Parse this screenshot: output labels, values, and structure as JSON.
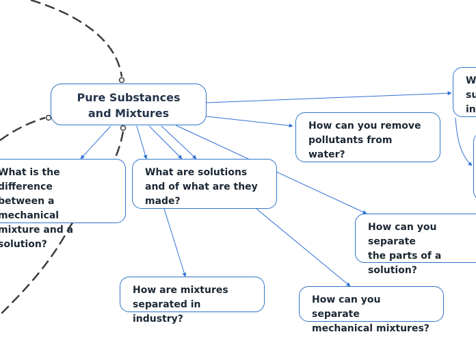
{
  "mind_map": {
    "central_topic": "Pure Substances\nand Mixtures",
    "topics": [
      {
        "id": "difference",
        "label": "What is the difference\nbetween a mechanical\nmixture and a\nsolution?"
      },
      {
        "id": "solutions",
        "label": "What are solutions\nand of what are they\nmade?"
      },
      {
        "id": "pollutants",
        "label": "How can you remove\npollutants from\nwater?"
      },
      {
        "id": "separate-solution",
        "label": "How can you separate\nthe parts of a\nsolution?"
      },
      {
        "id": "industry",
        "label": "How are mixtures\nseparated in industry?"
      },
      {
        "id": "mechanical",
        "label": "How can you separate\nmechanical mixtures?"
      },
      {
        "id": "top-right",
        "label": "Wh\nsu\nin"
      }
    ],
    "colors": {
      "link": "#2f6fd6",
      "node_border": "#2f74c8",
      "dashed_link": "#3a3a3a"
    }
  }
}
